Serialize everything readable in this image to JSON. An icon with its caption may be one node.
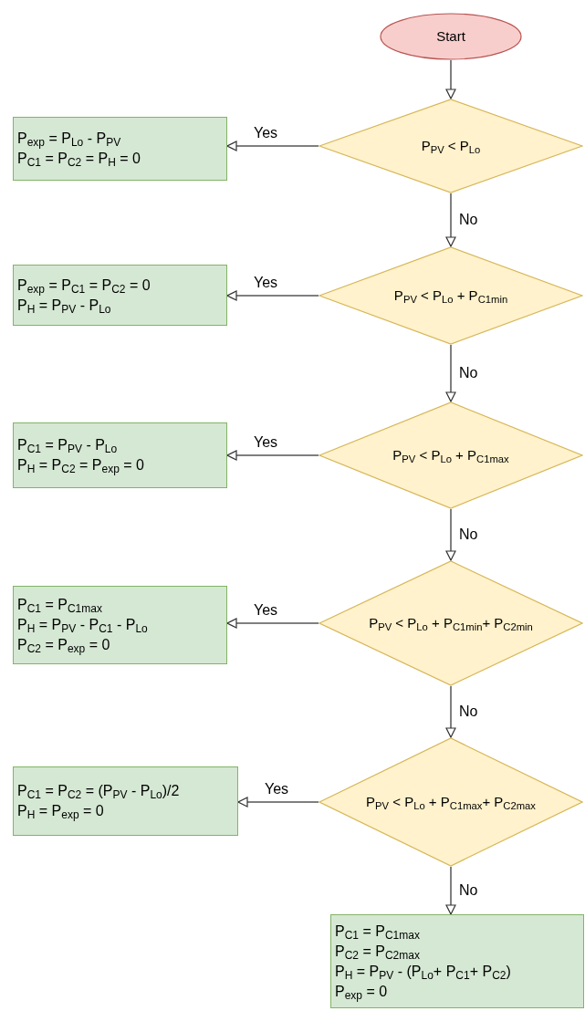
{
  "diagram": {
    "nodes": [
      {
        "text": [
          "Start"
        ]
      },
      {
        "text": [
          "P$_{PV}$ < P$_{Lo}$"
        ]
      },
      {
        "text": [
          "P$_{exp}$ = P$_{Lo}$ - P$_{PV}$",
          "P$_{C1}$ = P$_{C2}$ = P$_{H}$ = 0"
        ]
      },
      {
        "text": [
          "P$_{PV}$ < P$_{Lo}$ + P$_{C1min}$"
        ]
      },
      {
        "text": [
          "P$_{exp}$ = P$_{C1}$ = P$_{C2}$ = 0",
          "P$_{H}$ = P$_{PV}$ - P$_{Lo}$"
        ]
      },
      {
        "text": [
          "P$_{PV}$ < P$_{Lo}$ + P$_{C1max}$"
        ]
      },
      {
        "text": [
          "P$_{C1}$ = P$_{PV}$ - P$_{Lo}$",
          "P$_{H}$ = P$_{C2}$ = P$_{exp}$ = 0"
        ]
      },
      {
        "text": [
          "P$_{PV}$ < P$_{Lo}$ + P$_{C1min}$+ P$_{C2min}$"
        ]
      },
      {
        "text": [
          "P$_{C1}$ = P$_{C1max}$",
          "P$_{H}$ = P$_{PV}$ - P$_{C1}$ - P$_{Lo}$",
          "P$_{C2}$ = P$_{exp}$ = 0"
        ]
      },
      {
        "text": [
          "P$_{PV}$ < P$_{Lo}$ + P$_{C1max}$+ P$_{C2max}$"
        ]
      },
      {
        "text": [
          "P$_{C1}$ = P$_{C2}$ = (P$_{PV}$ - P$_{Lo}$)/2",
          "P$_{H}$ = P$_{exp}$ = 0"
        ]
      },
      {
        "text": [
          "P$_{C1}$ = P$_{C1max}$",
          "P$_{C2}$ = P$_{C2max}$",
          "P$_{H}$ = P$_{PV}$ - (P$_{Lo}$+ P$_{C1}$+ P$_{C2}$)",
          "P$_{exp}$ = 0"
        ]
      }
    ],
    "edges": [
      {
        "from": 0,
        "to": 1,
        "arrow": "to"
      },
      {
        "from": 1,
        "to": 2,
        "arrow": "to",
        "label": "Yes"
      },
      {
        "from": 1,
        "to": 3,
        "arrow": "to",
        "label": "No"
      },
      {
        "from": 3,
        "to": 4,
        "arrow": "to",
        "label": "Yes"
      },
      {
        "from": 3,
        "to": 5,
        "arrow": "to",
        "label": "No"
      },
      {
        "from": 5,
        "to": 6,
        "arrow": "to",
        "label": "Yes"
      },
      {
        "from": 5,
        "to": 7,
        "arrow": "to",
        "label": "No"
      },
      {
        "from": 7,
        "to": 8,
        "arrow": "to",
        "label": "Yes"
      },
      {
        "from": 7,
        "to": 9,
        "arrow": "to",
        "label": "No"
      },
      {
        "from": 9,
        "to": 10,
        "arrow": "to",
        "label": "Yes"
      },
      {
        "from": 9,
        "to": 11,
        "arrow": "to",
        "label": "No"
      }
    ]
  }
}
